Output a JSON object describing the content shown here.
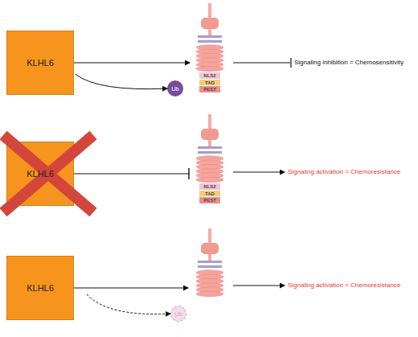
{
  "diagram": {
    "nodes": [
      {
        "text": [
          "KLHL6"
        ]
      },
      {
        "text": [
          "NLS2",
          "TAD",
          "PEST"
        ]
      },
      {
        "text": [
          "Ub"
        ]
      },
      {
        "text": [
          "KLHL6"
        ]
      },
      {
        "text": [
          "NLS2",
          "TAD",
          "PEST"
        ]
      },
      {
        "text": [
          "KLHL6"
        ]
      },
      {
        "text": [
          "Ub"
        ]
      }
    ],
    "edges": [
      {
        "from": 0,
        "to": 1,
        "arrow": "to"
      },
      {
        "from": 0,
        "to": 2,
        "arrow": "to"
      },
      {
        "from": 3,
        "to": 4,
        "arrow": "to"
      },
      {
        "from": 5,
        "to": 6,
        "arrow": "to"
      }
    ],
    "labels": [
      "Signaling inhibition = Chemosensitivity",
      "Signaling activation = Chemoresistance",
      "Signaling activation = Chemoresistance"
    ]
  }
}
